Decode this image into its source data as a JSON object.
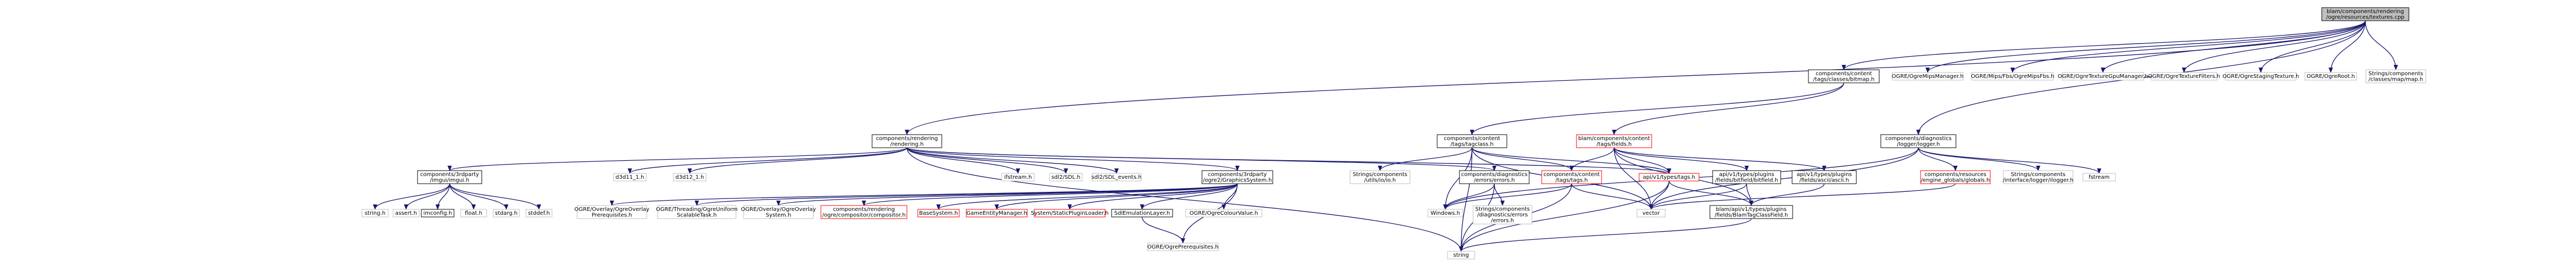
{
  "colors": {
    "edge": "#191970",
    "root_fill": "#bfbfbf",
    "root_border": "#000000",
    "normal_border": "#000000",
    "external_border": "#bfbfbf",
    "missing_border": "#ff0000",
    "node_fill": "#ffffff",
    "text": "#000000"
  },
  "nodes": [
    {
      "id": "root",
      "style": "root",
      "lines": [
        "blam/components/rendering",
        "/ogre/resources/textures.cpp"
      ]
    },
    {
      "id": "bitmap",
      "style": "normal",
      "lines": [
        "components/content",
        "/tags/classes/bitmap.h"
      ]
    },
    {
      "id": "gpu_mipmgr",
      "style": "external",
      "lines": [
        "OGRE/OgreMipsManager.h"
      ]
    },
    {
      "id": "mips",
      "style": "external",
      "lines": [
        "OGRE/Mips/Fbs/OgreMipsFbs.h"
      ]
    },
    {
      "id": "tex_gpu_mgr",
      "style": "external",
      "lines": [
        "OGRE/OgreTextureGpuManager.h"
      ]
    },
    {
      "id": "tex_filters",
      "style": "external",
      "lines": [
        "OGRE/OgreTextureFilters.h"
      ]
    },
    {
      "id": "staging",
      "style": "external",
      "lines": [
        "OGRE/OgreStagingTexture.h"
      ]
    },
    {
      "id": "ogreroot",
      "style": "external",
      "lines": [
        "OGRE/OgreRoot.h"
      ]
    },
    {
      "id": "mapfile",
      "style": "external",
      "lines": [
        "Strings/components",
        "/classes/map/map.h"
      ]
    },
    {
      "id": "rendering",
      "style": "normal",
      "lines": [
        "components/rendering",
        "/rendering.h"
      ]
    },
    {
      "id": "tagclass",
      "style": "normal",
      "lines": [
        "components/content",
        "/tags/tagclass.h"
      ]
    },
    {
      "id": "tagfields",
      "style": "missing",
      "lines": [
        "blam/components/content",
        "/tags/fields.h"
      ]
    },
    {
      "id": "logger",
      "style": "normal",
      "lines": [
        "components/diagnostics",
        "/logger/logger.h"
      ]
    },
    {
      "id": "d3d11",
      "style": "external",
      "lines": [
        "d3d11_1.h"
      ]
    },
    {
      "id": "d3d12",
      "style": "external",
      "lines": [
        "d3d12_1.h"
      ]
    },
    {
      "id": "imgui",
      "style": "normal",
      "lines": [
        "components/3rdparty",
        "/imgui/imgui.h"
      ]
    },
    {
      "id": "ifstream",
      "style": "external",
      "lines": [
        "ifstream.h"
      ]
    },
    {
      "id": "sdl",
      "style": "external",
      "lines": [
        "sdl2/SDL.h"
      ]
    },
    {
      "id": "sdl_events",
      "style": "external",
      "lines": [
        "sdl2/SDL_events.h"
      ]
    },
    {
      "id": "graphics",
      "style": "normal",
      "lines": [
        "components/3rdparty",
        "/ogre2/GraphicsSystem.h"
      ]
    },
    {
      "id": "errors",
      "style": "normal",
      "lines": [
        "components/diagnostics",
        "/errors/errors.h"
      ]
    },
    {
      "id": "strutils",
      "style": "external",
      "lines": [
        "Strings/components",
        "/utils/io/io.h"
      ]
    },
    {
      "id": "content_tags",
      "style": "missing",
      "lines": [
        "components/content",
        "/tags/tags.h"
      ]
    },
    {
      "id": "api_tags",
      "style": "missing",
      "lines": [
        "api/v1/types/tags.h"
      ]
    },
    {
      "id": "bitfield",
      "style": "normal",
      "lines": [
        "api/v1/types/plugins",
        "/fields/bitfield/bitfield.h"
      ]
    },
    {
      "id": "ascii",
      "style": "normal",
      "lines": [
        "api/v1/types/plugins",
        "/fields/ascii/ascii.h"
      ]
    },
    {
      "id": "globals",
      "style": "missing",
      "lines": [
        "components/resources",
        "/engine_globals/globals.h"
      ]
    },
    {
      "id": "ilogger",
      "style": "external",
      "lines": [
        "Strings/components",
        "/interface/logger/ilogger.h"
      ]
    },
    {
      "id": "fstream",
      "style": "external",
      "lines": [
        "fstream"
      ]
    },
    {
      "id": "string_h",
      "style": "external",
      "lines": [
        "string.h"
      ]
    },
    {
      "id": "assert",
      "style": "external",
      "lines": [
        "assert.h"
      ]
    },
    {
      "id": "imconfig",
      "style": "normal",
      "lines": [
        "imconfig.h"
      ]
    },
    {
      "id": "float",
      "style": "external",
      "lines": [
        "float.h"
      ]
    },
    {
      "id": "stdarg",
      "style": "external",
      "lines": [
        "stdarg.h"
      ]
    },
    {
      "id": "stddef",
      "style": "external",
      "lines": [
        "stddef.h"
      ]
    },
    {
      "id": "overlay_prereq",
      "style": "external",
      "lines": [
        "OGRE/Overlay/OgreOverlay",
        "Prerequisites.h"
      ]
    },
    {
      "id": "threading",
      "style": "external",
      "lines": [
        "OGRE/Threading/OgreUniform",
        "ScalableTask.h"
      ]
    },
    {
      "id": "overlay_sys",
      "style": "external",
      "lines": [
        "OGRE/Overlay/OgreOverlay",
        "System.h"
      ]
    },
    {
      "id": "compositor",
      "style": "missing",
      "lines": [
        "components/rendering",
        "/ogre/compositor/compositor.h"
      ]
    },
    {
      "id": "basesystem",
      "style": "missing",
      "lines": [
        "BaseSystem.h"
      ]
    },
    {
      "id": "gameentity",
      "style": "missing",
      "lines": [
        "GameEntityManager.h"
      ]
    },
    {
      "id": "static_plugin",
      "style": "missing",
      "lines": [
        "System/StaticPluginLoader.h"
      ]
    },
    {
      "id": "sdlemu",
      "style": "normal",
      "lines": [
        "SdlEmulationLayer.h"
      ]
    },
    {
      "id": "colour",
      "style": "external",
      "lines": [
        "OGRE/OgreColourValue.h"
      ]
    },
    {
      "id": "ogre_prereq",
      "style": "external",
      "lines": [
        "OGRE/OgrePrerequisites.h"
      ]
    },
    {
      "id": "windows",
      "style": "external",
      "lines": [
        "Windows.h"
      ]
    },
    {
      "id": "errors_str",
      "style": "external",
      "lines": [
        "Strings/components",
        "/diagnostics/errors",
        "/errors.h"
      ]
    },
    {
      "id": "vector",
      "style": "external",
      "lines": [
        "vector"
      ]
    },
    {
      "id": "blamtag",
      "style": "normal",
      "lines": [
        "blam/api/v1/types/plugins",
        "/fields/BlamTagClassField.h"
      ]
    },
    {
      "id": "string",
      "style": "external",
      "lines": [
        "string"
      ]
    }
  ],
  "edges": [
    [
      "root",
      "bitmap"
    ],
    [
      "root",
      "gpu_mipmgr"
    ],
    [
      "root",
      "mips"
    ],
    [
      "root",
      "tex_gpu_mgr"
    ],
    [
      "root",
      "tex_filters"
    ],
    [
      "root",
      "staging"
    ],
    [
      "root",
      "ogreroot"
    ],
    [
      "root",
      "mapfile"
    ],
    [
      "root",
      "rendering"
    ],
    [
      "root",
      "logger"
    ],
    [
      "bitmap",
      "tagclass"
    ],
    [
      "bitmap",
      "tagfields"
    ],
    [
      "rendering",
      "d3d11"
    ],
    [
      "rendering",
      "d3d12"
    ],
    [
      "rendering",
      "imgui"
    ],
    [
      "rendering",
      "ifstream"
    ],
    [
      "rendering",
      "sdl"
    ],
    [
      "rendering",
      "sdl_events"
    ],
    [
      "rendering",
      "graphics"
    ],
    [
      "rendering",
      "errors"
    ],
    [
      "rendering",
      "string"
    ],
    [
      "rendering",
      "api_tags"
    ],
    [
      "tagclass",
      "strutils"
    ],
    [
      "tagclass",
      "content_tags"
    ],
    [
      "tagclass",
      "api_tags"
    ],
    [
      "tagclass",
      "vector"
    ],
    [
      "tagclass",
      "windows"
    ],
    [
      "tagclass",
      "string"
    ],
    [
      "tagfields",
      "content_tags"
    ],
    [
      "tagfields",
      "api_tags"
    ],
    [
      "tagfields",
      "bitfield"
    ],
    [
      "tagfields",
      "ascii"
    ],
    [
      "tagfields",
      "blamtag"
    ],
    [
      "tagfields",
      "vector"
    ],
    [
      "logger",
      "globals"
    ],
    [
      "logger",
      "ilogger"
    ],
    [
      "logger",
      "fstream"
    ],
    [
      "logger",
      "vector"
    ],
    [
      "logger",
      "windows"
    ],
    [
      "imgui",
      "string_h"
    ],
    [
      "imgui",
      "assert"
    ],
    [
      "imgui",
      "imconfig"
    ],
    [
      "imgui",
      "float"
    ],
    [
      "imgui",
      "stdarg"
    ],
    [
      "imgui",
      "stddef"
    ],
    [
      "graphics",
      "overlay_prereq"
    ],
    [
      "graphics",
      "threading"
    ],
    [
      "graphics",
      "overlay_sys"
    ],
    [
      "graphics",
      "compositor"
    ],
    [
      "graphics",
      "basesystem"
    ],
    [
      "graphics",
      "gameentity"
    ],
    [
      "graphics",
      "static_plugin"
    ],
    [
      "graphics",
      "sdlemu"
    ],
    [
      "graphics",
      "colour"
    ],
    [
      "graphics",
      "ogre_prereq"
    ],
    [
      "sdlemu",
      "ogre_prereq"
    ],
    [
      "errors",
      "windows"
    ],
    [
      "errors",
      "errors_str"
    ],
    [
      "errors",
      "string"
    ],
    [
      "content_tags",
      "windows"
    ],
    [
      "content_tags",
      "vector"
    ],
    [
      "content_tags",
      "string"
    ],
    [
      "api_tags",
      "vector"
    ],
    [
      "api_tags",
      "blamtag"
    ],
    [
      "api_tags",
      "string"
    ],
    [
      "bitfield",
      "vector"
    ],
    [
      "bitfield",
      "blamtag"
    ],
    [
      "ascii",
      "blamtag"
    ],
    [
      "globals",
      "vector"
    ],
    [
      "blamtag",
      "string"
    ]
  ]
}
